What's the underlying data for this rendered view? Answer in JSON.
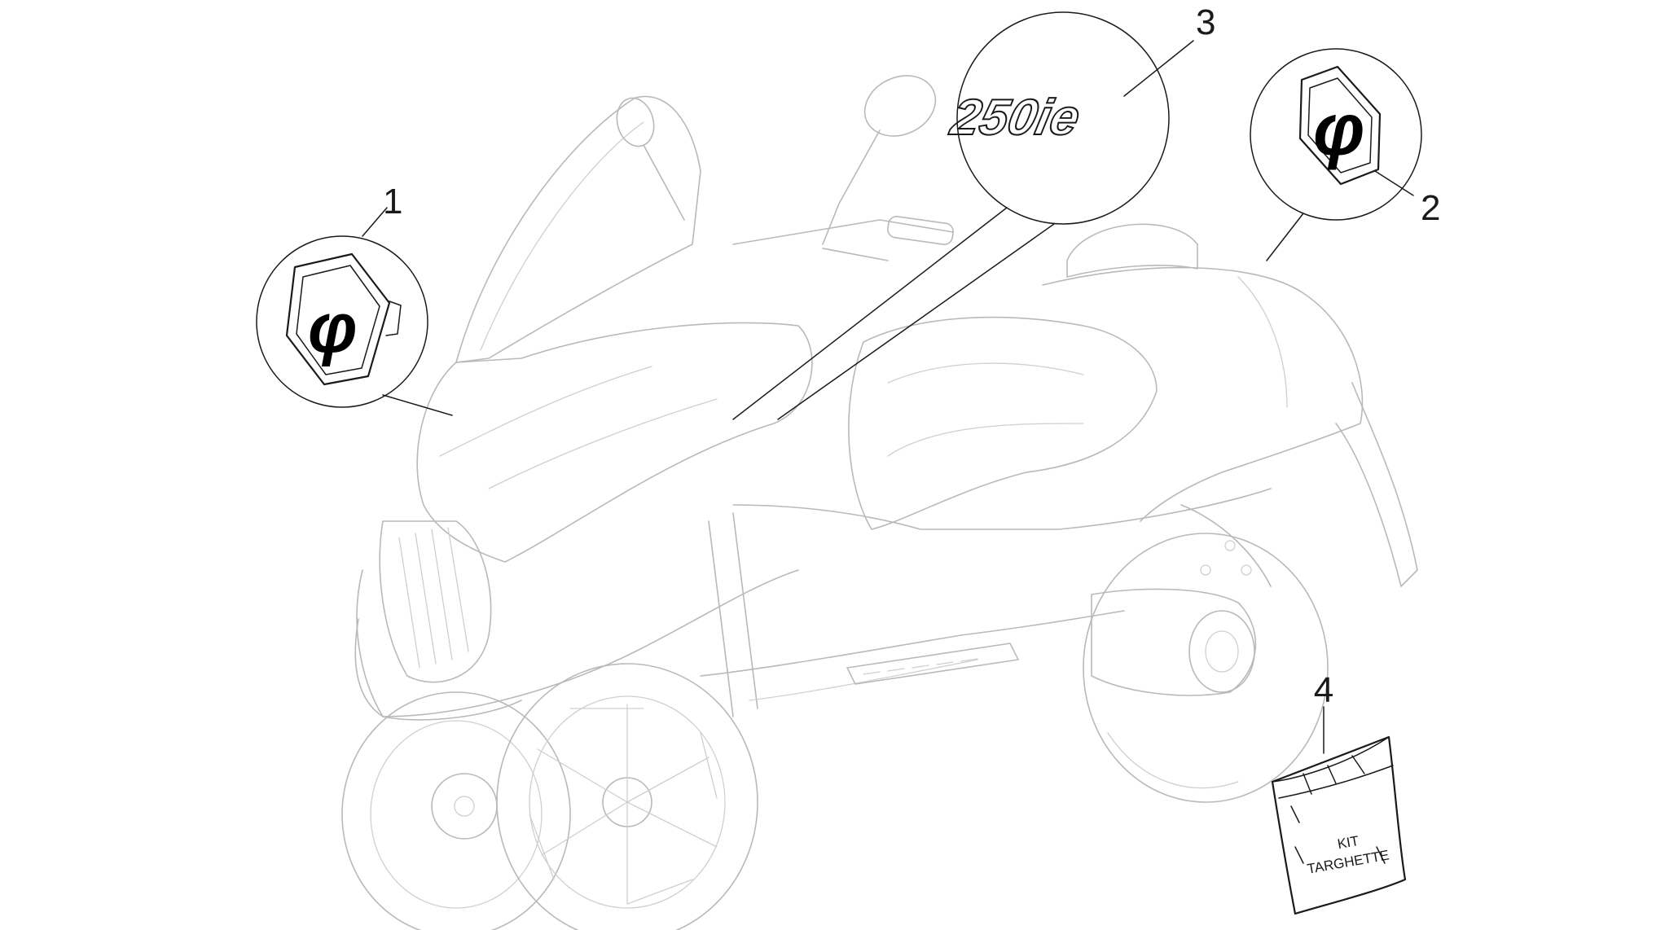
{
  "callouts": [
    {
      "number": "1"
    },
    {
      "number": "2"
    },
    {
      "number": "3"
    },
    {
      "number": "4"
    }
  ],
  "parts": {
    "badge_front": {
      "logo_glyph": "φ"
    },
    "badge_rear": {
      "logo_glyph": "φ"
    },
    "model_emblem": {
      "text": "250ie"
    },
    "sticker_kit": {
      "line1": "KIT",
      "line2": "TARGHETTE"
    }
  }
}
